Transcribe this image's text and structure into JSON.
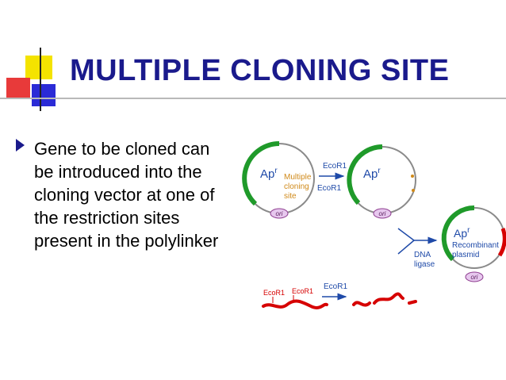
{
  "slide": {
    "title": "MULTIPLE CLONING SITE",
    "bullet": "Gene to be cloned can be introduced into the cloning vector at one of the restriction sites present in the polylinker",
    "colors": {
      "title": "#1a1a8c",
      "deco_yellow": "#f4e300",
      "deco_red": "#e83a3a",
      "deco_blue": "#2b2bd6",
      "plasmid_ring": "#8a8a8a",
      "resistance_gene": "#1f9a2a",
      "insert_dna": "#d60000",
      "labels": "#1f4aa8",
      "ori_fill": "#e7c8ee",
      "ori_stroke": "#8d3c8f"
    }
  },
  "diagram": {
    "plasmid1": {
      "gene_main": "Ap",
      "gene_sup": "r",
      "site_label": "Multiple cloning site",
      "site_lines": [
        "Multiple",
        "cloning",
        "site"
      ],
      "ori": "ori"
    },
    "arrow1": {
      "label_top": "EcoR1",
      "label_bottom": "EcoR1"
    },
    "plasmid2": {
      "gene_main": "Ap",
      "gene_sup": "r",
      "ori": "ori"
    },
    "plasmid3": {
      "gene_main": "Ap",
      "gene_sup": "r",
      "label": "Recombinant plasmid",
      "label_lines": [
        "Recombinant",
        "plasmid"
      ],
      "ori": "ori"
    },
    "ligase": {
      "label": "DNA ligase",
      "label_lines": [
        "DNA",
        "ligase"
      ]
    },
    "insert": {
      "site1": "EcoR1",
      "site2": "EcoR1"
    },
    "arrow2": {
      "label": "EcoR1"
    }
  }
}
